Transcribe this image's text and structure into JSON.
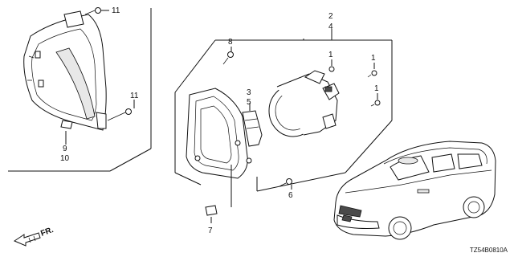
{
  "diagram": {
    "part_numbers": [
      "11",
      "11",
      "9",
      "10",
      "8",
      "3",
      "5",
      "2",
      "4",
      "1",
      "1",
      "1",
      "6",
      "7"
    ],
    "direction_label": "FR.",
    "diagram_code": "TZ54B0810A"
  }
}
